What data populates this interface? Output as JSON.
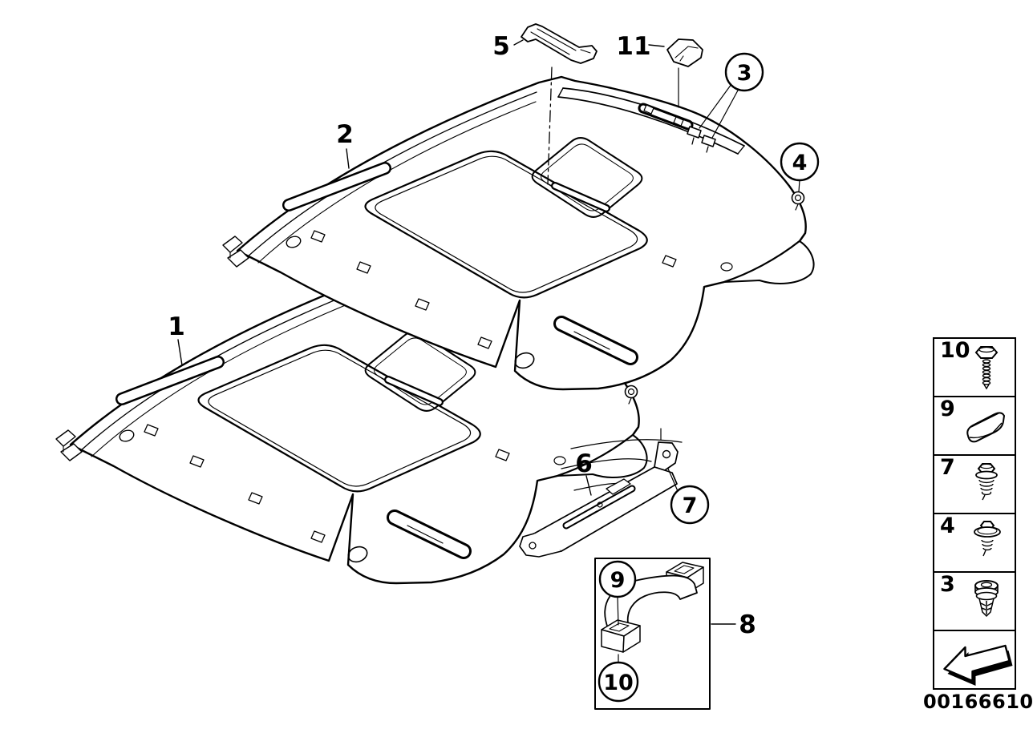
{
  "page": {
    "background": "#ffffff",
    "line_color": "#000000"
  },
  "callouts": {
    "c1": "1",
    "c2": "2",
    "c3": "3",
    "c4": "4",
    "c5": "5",
    "c6": "6",
    "c7": "7",
    "c8": "8",
    "c9": "9",
    "c10": "10",
    "c11": "11"
  },
  "legend": {
    "items": [
      {
        "label": "10",
        "icon": "hex-bolt-icon"
      },
      {
        "label": "9",
        "icon": "wedge-clip-icon"
      },
      {
        "label": "7",
        "icon": "flange-screw-icon"
      },
      {
        "label": "4",
        "icon": "washer-screw-icon"
      },
      {
        "label": "3",
        "icon": "expansion-rivet-icon"
      }
    ],
    "view_direction_icon": "direction-arrow-icon"
  },
  "footer": {
    "part_number": "00166610"
  }
}
